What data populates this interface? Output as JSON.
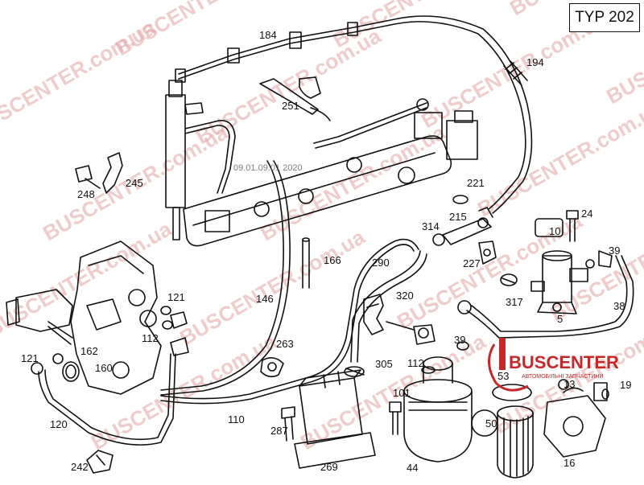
{
  "header": {
    "typ_label": "TYP 202"
  },
  "watermark": {
    "text": "BUSCENTER.com.ua",
    "color": "#e2a3a3"
  },
  "stamp": {
    "text": "09.01.09.01 2020"
  },
  "logo": {
    "name": "BUSCENTER",
    "tagline": "АВТОМОБІЛЬНІ ЗАПЧАСТИНИ",
    "color": "#c62828"
  },
  "part_labels": [
    "184",
    "194",
    "251",
    "248",
    "245",
    "221",
    "215",
    "314",
    "24",
    "10",
    "39",
    "227",
    "166",
    "290",
    "320",
    "317",
    "38",
    "5",
    "146",
    "121",
    "112",
    "162",
    "160",
    "263",
    "305",
    "39",
    "112",
    "53",
    "13",
    "19",
    "101",
    "287",
    "50",
    "120",
    "110",
    "44",
    "269",
    "242",
    "16",
    "121"
  ]
}
